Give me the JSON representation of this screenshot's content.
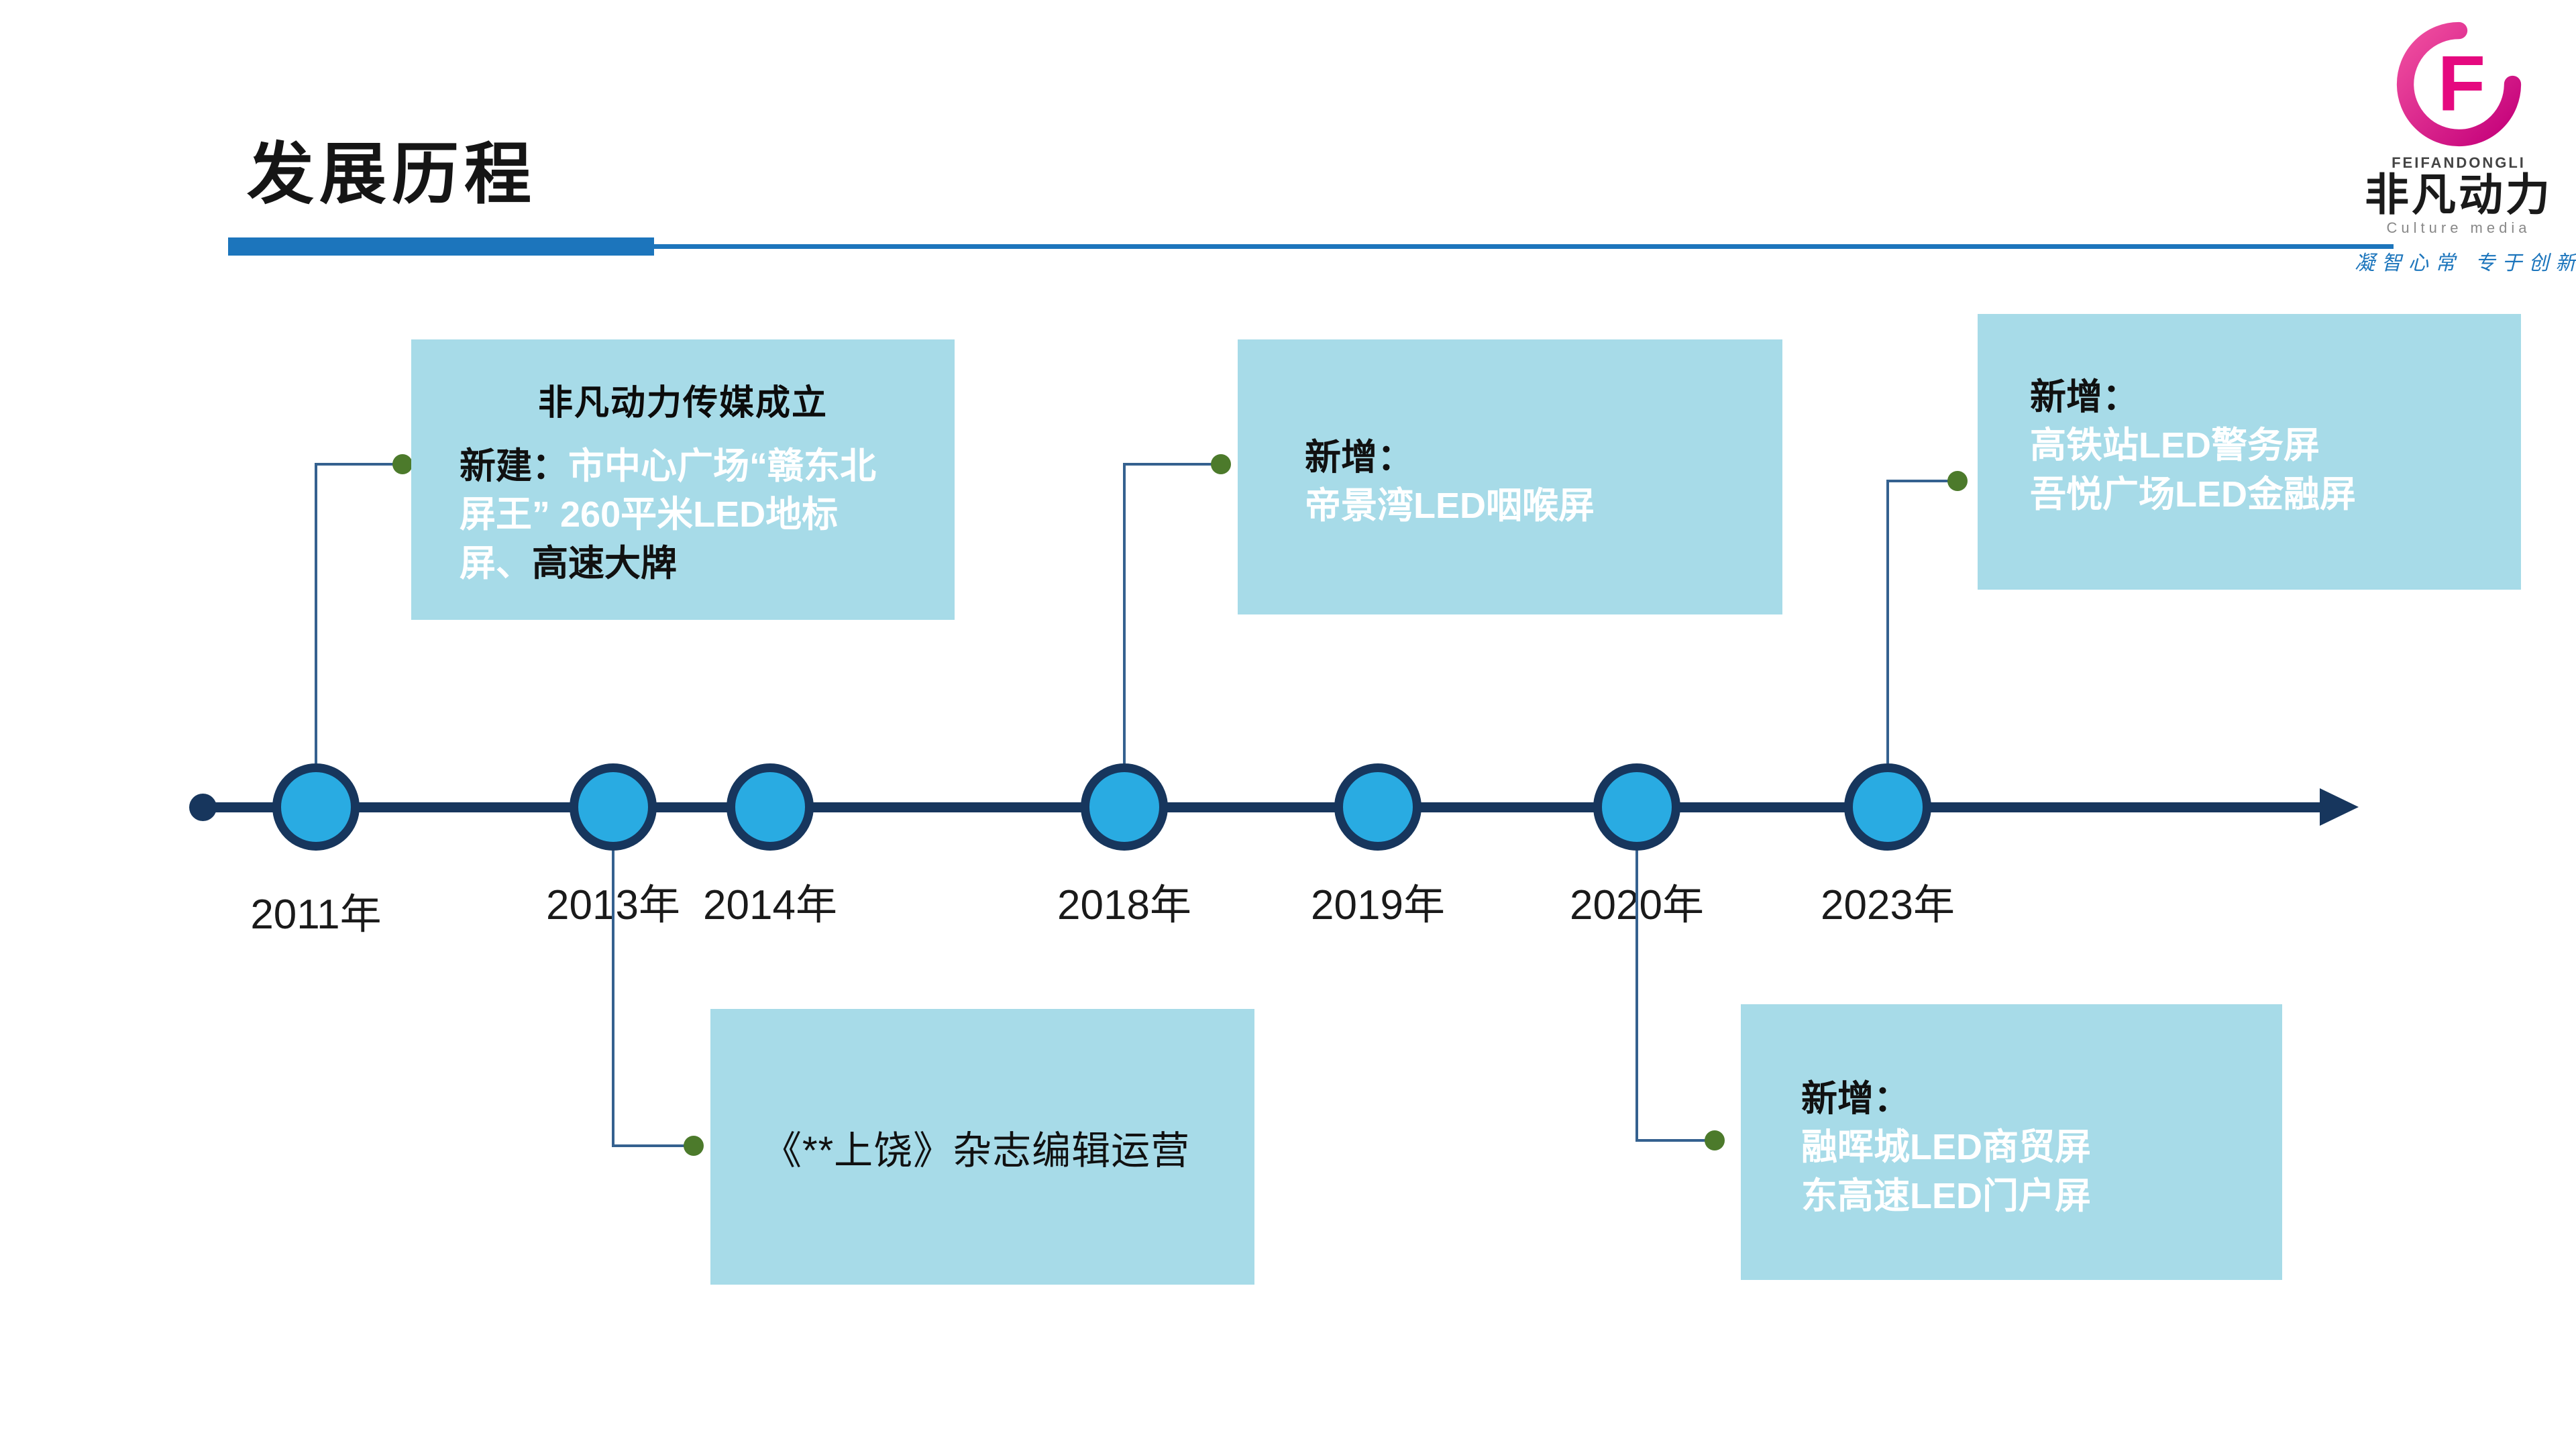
{
  "slide": {
    "title": "发展历程"
  },
  "logo": {
    "icon": "swirl-f-monogram",
    "letter": "F",
    "brand_en": "FEIFANDONGLI",
    "brand_cn": "非凡动力",
    "tagline": "Culture media",
    "slogan": "凝智心常 专于创新"
  },
  "timeline": {
    "years": [
      "2011年",
      "2013年",
      "2014年",
      "2018年",
      "2019年",
      "2020年",
      "2023年"
    ]
  },
  "callouts": {
    "y2011": {
      "title": "非凡动力传媒成立",
      "label": "新建：",
      "highlight": "市中心广场“赣东北屏王” 260平米LED地标屏、",
      "suffix": "高速大牌"
    },
    "y2013": {
      "text": "《**上饶》杂志编辑运营"
    },
    "y2018": {
      "label": "新增：",
      "line1": "帝景湾LED咽喉屏"
    },
    "y2020": {
      "label": "新增：",
      "line1": "融晖城LED商贸屏",
      "line2": "东高速LED门户屏"
    },
    "y2023": {
      "label": "新增：",
      "line1": "高铁站LED警务屏",
      "line2": "吾悦广场LED金融屏"
    }
  },
  "colors": {
    "accent_blue": "#1C75BC",
    "timeline_navy": "#17365D",
    "node_blue": "#29ABE2",
    "callout_bg": "#A7DBE8",
    "highlight_text": "#FFFFFF",
    "dot_green": "#4C7A2B",
    "logo_pink": "#E5097F"
  }
}
